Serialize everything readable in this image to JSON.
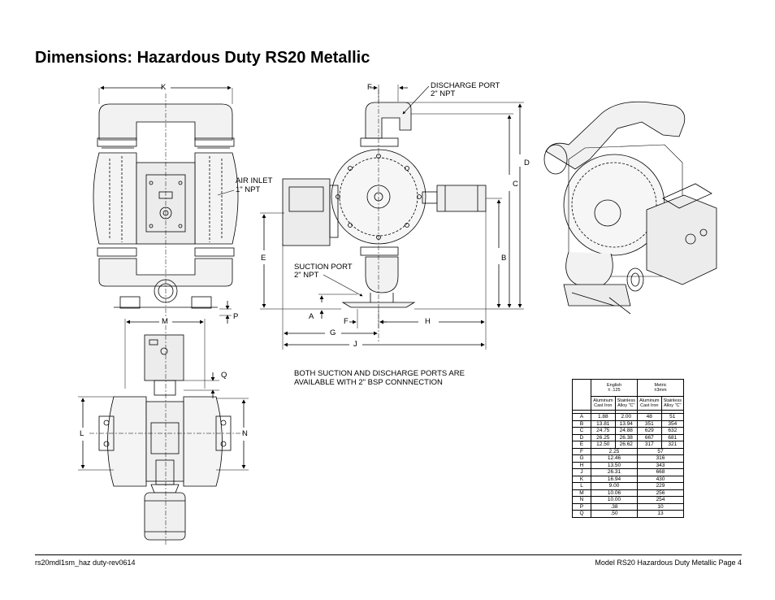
{
  "page": {
    "title": "Dimensions: Hazardous Duty RS20 Metallic",
    "note_line1": "BOTH SUCTION AND DISCHARGE PORTS ARE",
    "note_line2": "AVAILABLE WITH 2\" BSP CONNNECTION",
    "footer_left": "rs20mdl1sm_haz duty-rev0614",
    "footer_right": "Model RS20 Hazardous Duty Metallic Page 4"
  },
  "callouts": {
    "discharge_port_1": "DISCHARGE PORT",
    "discharge_port_2": "2\" NPT",
    "air_inlet_1": "AIR INLET",
    "air_inlet_2": "1\" NPT",
    "suction_port_1": "SUCTION PORT",
    "suction_port_2": "2\" NPT"
  },
  "dimension_letters": {
    "K": "K",
    "F": "F",
    "D": "D",
    "C": "C",
    "E": "E",
    "B": "B",
    "A": "A",
    "F2": "F",
    "H": "H",
    "G": "G",
    "J": "J",
    "P": "P",
    "M": "M",
    "Q": "Q",
    "L": "L",
    "N": "N"
  },
  "table": {
    "english_label": "English",
    "english_tol": "± .125",
    "metric_label": "Metric",
    "metric_tol": "±3mm",
    "col_aluminum": "Aluminum Cast Iron",
    "col_stainless": "Stainless Alloy \"C\"",
    "rows": [
      {
        "dim": "A",
        "e1": "1.88",
        "e2": "2.00",
        "m1": "48",
        "m2": "51",
        "split": true
      },
      {
        "dim": "B",
        "e1": "13.81",
        "e2": "13.94",
        "m1": "351",
        "m2": "354",
        "split": true
      },
      {
        "dim": "C",
        "e1": "24.75",
        "e2": "24.88",
        "m1": "629",
        "m2": "632",
        "split": true
      },
      {
        "dim": "D",
        "e1": "26.25",
        "e2": "26.38",
        "m1": "667",
        "m2": "681",
        "split": true
      },
      {
        "dim": "E",
        "e1": "12.50",
        "e2": "26.62",
        "m1": "317",
        "m2": "321",
        "split": true
      },
      {
        "dim": "F",
        "e": "2.25",
        "m": "57",
        "split": false
      },
      {
        "dim": "G",
        "e": "12.46",
        "m": "316",
        "split": false
      },
      {
        "dim": "H",
        "e": "13.50",
        "m": "343",
        "split": false
      },
      {
        "dim": "J",
        "e": "26.31",
        "m": "668",
        "split": false
      },
      {
        "dim": "K",
        "e": "16.94",
        "m": "430",
        "split": false
      },
      {
        "dim": "L",
        "e": "9.00",
        "m": "229",
        "split": false
      },
      {
        "dim": "M",
        "e": "10.06",
        "m": "256",
        "split": false
      },
      {
        "dim": "N",
        "e": "10.00",
        "m": "254",
        "split": false
      },
      {
        "dim": "P",
        "e": ".38",
        "m": "10",
        "split": false
      },
      {
        "dim": "Q",
        "e": ".50",
        "m": "13",
        "split": false
      }
    ]
  }
}
